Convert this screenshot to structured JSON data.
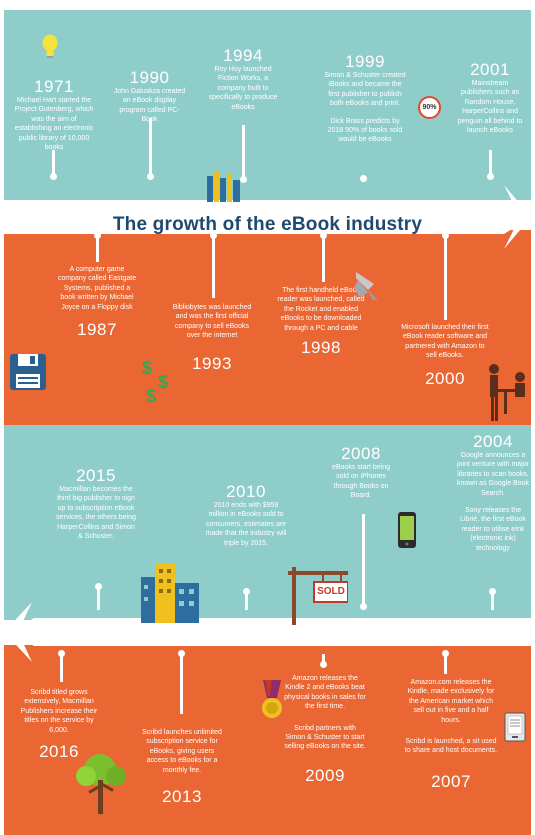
{
  "title": "The growth of the eBook industry",
  "events": {
    "e1971": {
      "year": "1971",
      "text": "Michael Hart started the Project Gutenberg, which was the aim of establishing an electronic public library of 10,000 books"
    },
    "e1990": {
      "year": "1990",
      "text": "John Galuskza created an eBook display program called PC-Book"
    },
    "e1994": {
      "year": "1994",
      "text": "Roy Hoy launched Fiction Works, a company built to specifically to produce eBooks"
    },
    "e1999": {
      "year": "1999",
      "text": "Simon & Schuster created iBooks and became the first publisher to publish both eBooks and print.",
      "text2": "Dick Brass predicts by 2018 90% of books sold would be eBooks",
      "badge": "90%"
    },
    "e2001": {
      "year": "2001",
      "text": "Mainstream publishers such as Random House, HarperCollins and penguin all behind to launch eBooks"
    },
    "e1987": {
      "year": "1987",
      "text": "A computer game company called Eastgate Systems, published a book written by Michael Joyce on a Floppy disk"
    },
    "e1993": {
      "year": "1993",
      "text": "Bibliobytes was launched and was the first official company to sell eBooks over the internet"
    },
    "e1998": {
      "year": "1998",
      "text": "The first handheld eBook reader was launched, called the Rocket and enabled eBooks to be downloaded through a PC and cable"
    },
    "e2000": {
      "year": "2000",
      "text": "Microsoft launched their first eBook reader software and partnered with Amazon to sell eBooks."
    },
    "e2015": {
      "year": "2015",
      "text": "Macmillan becomes the third big publisher to sign up to subscription eBook services, the others being HarperCollins and Simon & Schuster."
    },
    "e2010": {
      "year": "2010",
      "text": "2010 ends with $959 million in eBooks sold to consumers, estimates are made that the industry will triple by 2015."
    },
    "e2008": {
      "year": "2008",
      "text": "eBooks start being sold on iPhones through Books on Board."
    },
    "e2004": {
      "year": "2004",
      "text": "Google announces a joint venture with major libraries to scan books, known as Google Book Search.",
      "text2": "Sony releases the Librié, the first eBook reader to utilise eInk (electronic ink) technology"
    },
    "e2016": {
      "year": "2016",
      "text": "Scribd titled grows extensively, Macmillan Publishers increase their titles on the service by 6,000."
    },
    "e2013": {
      "year": "2013",
      "text": "Scribd launches unlimited subscription service for eBooks, giving users access to eBooks for a monthly fee."
    },
    "e2009": {
      "year": "2009",
      "text": "Amazon releases the Kindle 2 and eBooks beat physical books in sales for the first time.",
      "text2": "Scribd partners with Simon & Schuster to start selling eBooks on the site."
    },
    "e2007": {
      "year": "2007",
      "text": "Amazon.com releases the Kindle, made exclusively for the American market which sell out in five and a half hours.",
      "text2": "Scribd is launched, a sit used to share and host documents."
    }
  },
  "sign_text": "SOLD",
  "icons": [
    "lightbulb-icon",
    "books-icon",
    "percent-badge-icon",
    "floppy-disk-icon",
    "dollar-icon",
    "rocket-icon",
    "reading-people-icon",
    "buildings-icon",
    "sold-sign-icon",
    "smartphone-icon",
    "tree-icon",
    "medal-icon",
    "ereader-icon"
  ],
  "colors": {
    "teal": "#8fcdcb",
    "orange": "#ea6633",
    "title": "#1f4a70"
  }
}
